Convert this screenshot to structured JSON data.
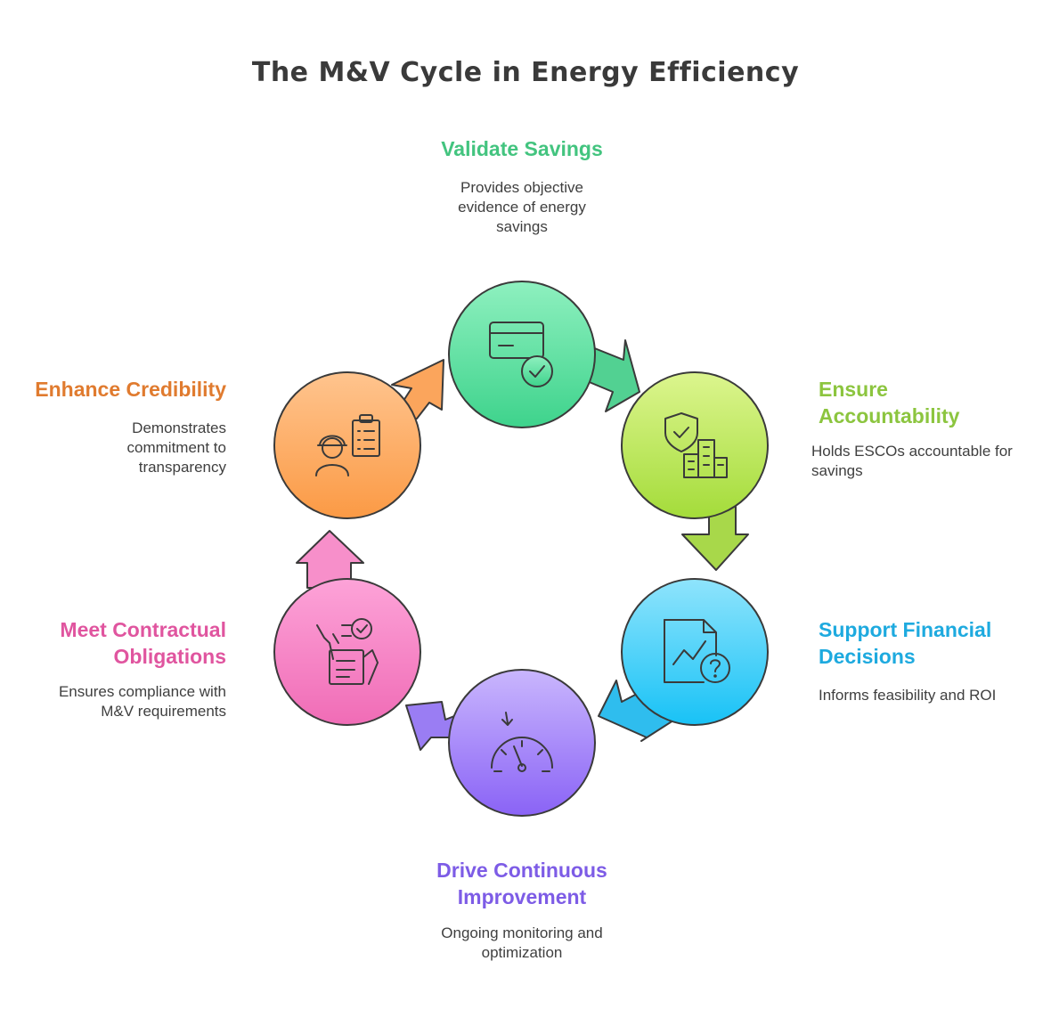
{
  "title": "The M&V Cycle in Energy Efficiency",
  "steps": [
    {
      "heading": "Validate Savings",
      "description": "Provides objective evidence of energy savings",
      "color": "#43c47f",
      "icon": "payment-card-check-icon"
    },
    {
      "heading": "Ensure Accountability",
      "description": "Holds ESCOs accountable for savings",
      "color": "#8cc53f",
      "icon": "shield-buildings-icon"
    },
    {
      "heading": "Support Financial Decisions",
      "description": "Informs feasibility and ROI",
      "color": "#1eaadf",
      "icon": "document-chart-question-icon"
    },
    {
      "heading": "Drive Continuous Improvement",
      "description": "Ongoing monitoring and optimization",
      "color": "#7d5ce6",
      "icon": "gauge-icon"
    },
    {
      "heading": "Meet Contractual Obligations",
      "description": "Ensures compliance with M&V requirements",
      "color": "#e0559f",
      "icon": "hand-checklist-icon"
    },
    {
      "heading": "Enhance Credibility",
      "description": "Demonstrates commitment to transparency",
      "color": "#e07b2f",
      "icon": "worker-clipboard-icon"
    }
  ]
}
